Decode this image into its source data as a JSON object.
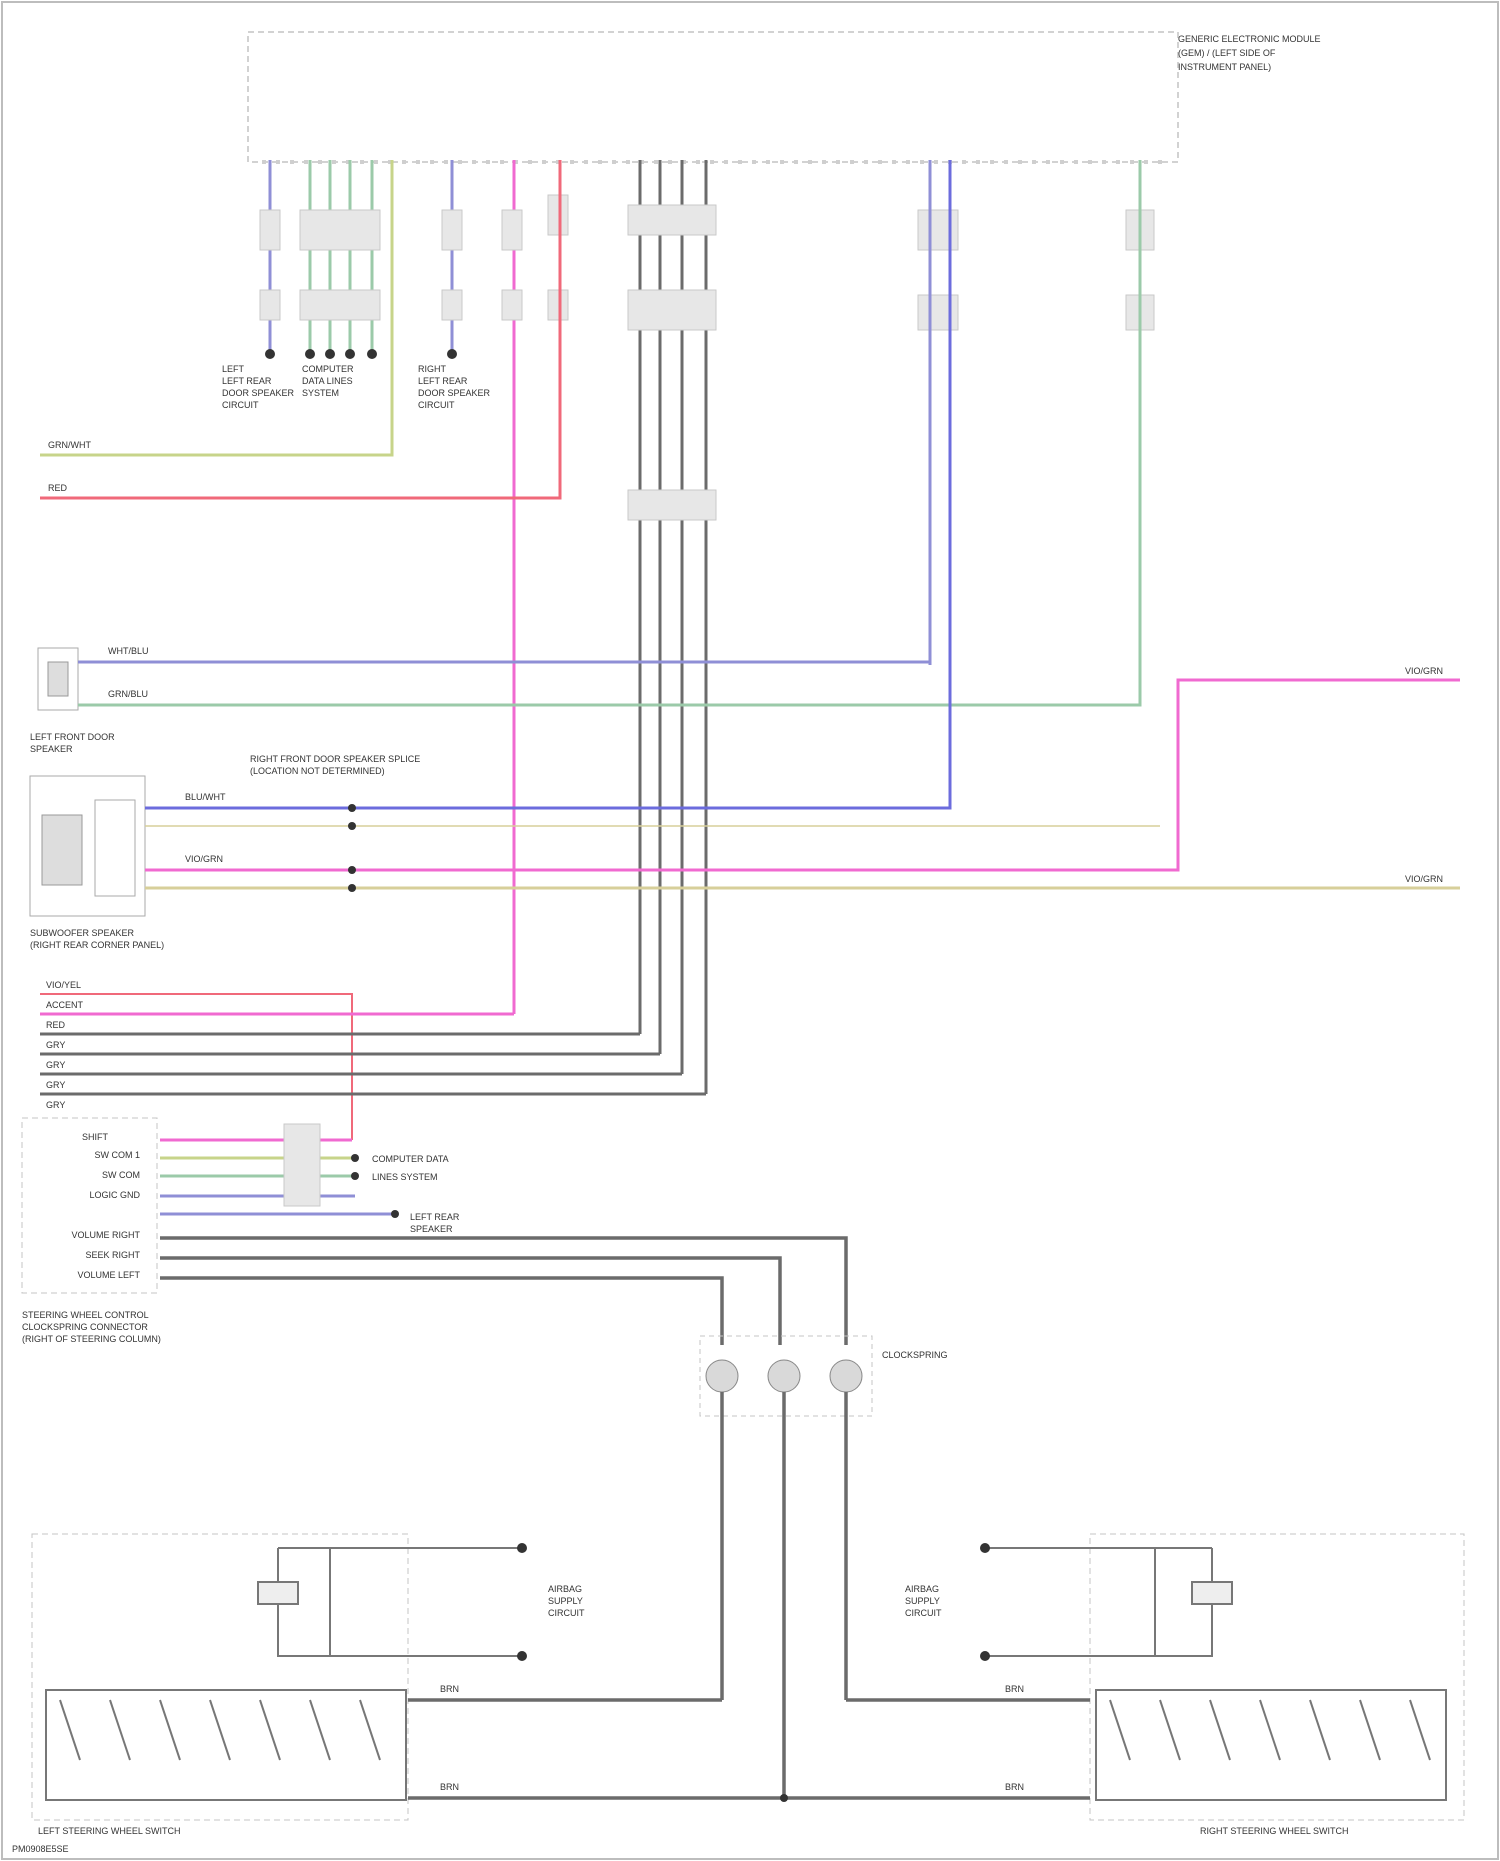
{
  "title": "",
  "modules": {
    "gwm": [
      "GENERIC ELECTRONIC MODULE",
      "(GEM) / (LEFT SIDE OF",
      "INSTRUMENT PANEL)"
    ],
    "lf_speaker": [
      "LEFT FRONT DOOR",
      "SPEAKER"
    ],
    "rr_speaker": [
      "SUBWOOFER SPEAKER",
      "(RIGHT REAR CORNER PANEL)"
    ],
    "splice_lbl": [
      "RIGHT FRONT DOOR SPEAKER SPLICE",
      "(LOCATION NOT DETERMINED)"
    ],
    "steering": [
      "STEERING WHEEL CONTROL",
      "CLOCKSPRING CONNECTOR",
      "(RIGHT OF STEERING COLUMN)"
    ],
    "clockspring": "CLOCKSPRING",
    "lh_switch": "LEFT STEERING WHEEL SWITCH",
    "rh_switch": "RIGHT STEERING WHEEL SWITCH",
    "airbag_l": [
      "AIRBAG",
      "SUPPLY",
      "CIRCUIT"
    ],
    "airbag_r": [
      "AIRBAG",
      "SUPPLY",
      "CIRCUIT"
    ]
  },
  "refs_top": [
    {
      "id": "ref-left-front-speaker",
      "lines": [
        "LEFT",
        "LEFT REAR",
        "DOOR SPEAKER",
        "CIRCUIT"
      ]
    },
    {
      "id": "ref-computer-data",
      "lines": [
        "COMPUTER",
        "DATA LINES",
        "SYSTEM"
      ]
    },
    {
      "id": "ref-right-rear-speaker",
      "lines": [
        "RIGHT",
        "LEFT REAR",
        "DOOR SPEAKER",
        "CIRCUIT"
      ]
    }
  ],
  "steering_pins": [
    "SHIFT",
    "SW COM 1",
    "SW COM",
    "LOGIC GND",
    "VOLUME RIGHT",
    "SEEK RIGHT",
    "VOLUME LEFT"
  ],
  "wire_labels": {
    "left_in_1": "GRN/WHT",
    "left_in_2": "RED",
    "right_out_1": "VIO/GRN",
    "right_out_2": "VIO/GRN",
    "lf1": "WHT/BLU",
    "lf2": "GRN/BLU",
    "rr1": "BLU/WHT",
    "rr2": "VIO/GRN",
    "sw_left_a": "BRN",
    "sw_left_b": "BRN",
    "sw_right_a": "BRN",
    "sw_right_b": "BRN"
  },
  "bottom_left_signals": [
    "VIO/YEL",
    "ACCENT",
    "RED",
    "GRY",
    "GRY",
    "GRY",
    "GRY"
  ],
  "ground_labels": [
    "COMPUTER DATA",
    "LINES SYSTEM",
    "LEFT REAR",
    "SPEAKER"
  ],
  "footer": "PM0908E5SE",
  "colors": {
    "violet": "#8f8fd6",
    "green": "#9bcaa9",
    "grey": "#6b6b6b",
    "red": "#f0697a",
    "pink": "#f06ad0",
    "tan": "#d7cf9a",
    "yellowgreen": "#c7d48a",
    "blue": "#6c6cdd"
  }
}
